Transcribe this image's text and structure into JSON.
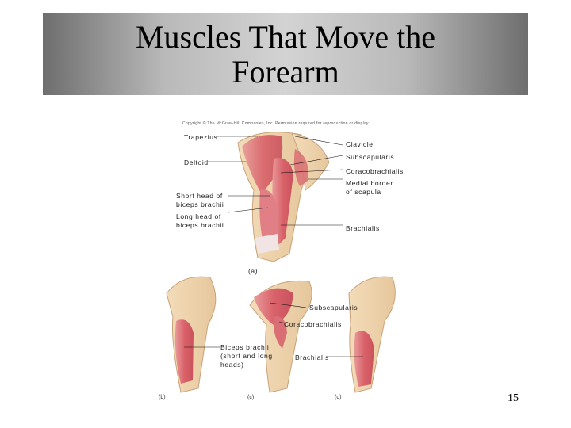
{
  "slide": {
    "title": "Muscles That Move the\nForearm",
    "copyright": "Copyright © The McGraw-Hill Companies, Inc. Permission required for reproduction or display.",
    "page_number": "15"
  },
  "figure_a": {
    "labels": {
      "trapezius": "Trapezius",
      "deltoid": "Deltoid",
      "short_head": "Short head of\nbiceps brachii",
      "long_head": "Long head of\nbiceps brachii",
      "clavicle": "Clavicle",
      "subscapularis": "Subscapularis",
      "coracobrachialis": "Coracobrachialis",
      "medial_border": "Medial border\nof scapula",
      "brachialis": "Brachialis"
    },
    "panel_label": "(a)"
  },
  "figure_bcd": {
    "labels": {
      "subscapularis": "Subscapularis",
      "coracobrachialis": "Coracobrachialis",
      "biceps": "Biceps brachii\n(short and long\nheads)",
      "brachialis": "Brachialis"
    },
    "panel_labels": [
      "(b)",
      "(c)",
      "(d)"
    ]
  }
}
